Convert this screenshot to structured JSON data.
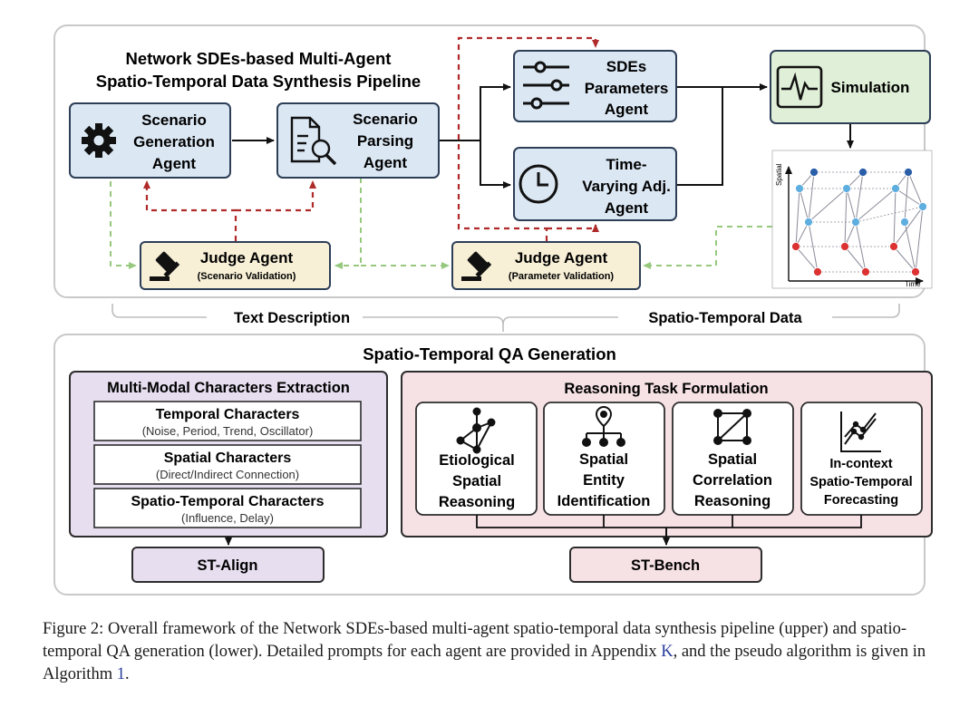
{
  "upper": {
    "title_line1": "Network SDEs-based Multi-Agent",
    "title_line2": "Spatio-Temporal Data Synthesis Pipeline",
    "scenario_generation": [
      "Scenario",
      "Generation",
      "Agent"
    ],
    "scenario_parsing": [
      "Scenario",
      "Parsing",
      "Agent"
    ],
    "sdes_parameters": [
      "SDEs",
      "Parameters",
      "Agent"
    ],
    "time_varying": [
      "Time-",
      "Varying Adj.",
      "Agent"
    ],
    "simulation": "Simulation",
    "judge_scenario": {
      "title": "Judge Agent",
      "sub": "(Scenario Validation)"
    },
    "judge_parameter": {
      "title": "Judge Agent",
      "sub": "(Parameter Validation)"
    },
    "plot_ylabel": "Spatial",
    "plot_xlabel": "Time"
  },
  "bridge": {
    "left": "Text Description",
    "right": "Spatio-Temporal Data"
  },
  "lower": {
    "title": "Spatio-Temporal QA Generation",
    "extraction": {
      "title": "Multi-Modal Characters Extraction",
      "items": [
        {
          "title": "Temporal Characters",
          "sub": "(Noise, Period, Trend, Oscillator)"
        },
        {
          "title": "Spatial Characters",
          "sub": "(Direct/Indirect Connection)"
        },
        {
          "title": "Spatio-Temporal Characters",
          "sub": "(Influence, Delay)"
        }
      ]
    },
    "st_align": "ST-Align",
    "reasoning": {
      "title": "Reasoning Task Formulation",
      "tasks": [
        [
          "Etiological",
          "Spatial",
          "Reasoning"
        ],
        [
          "Spatial",
          "Entity",
          "Identification"
        ],
        [
          "Spatial",
          "Correlation",
          "Reasoning"
        ],
        [
          "In-context",
          "Spatio-Temporal",
          "Forecasting"
        ]
      ]
    },
    "st_bench": "ST-Bench"
  },
  "caption": {
    "text1": "Figure 2: Overall framework of the Network SDEs-based multi-agent spatio-temporal data synthesis pipeline (upper) and spatio-temporal QA generation (lower). Detailed prompts for each agent are provided in Appendix ",
    "ref1": "K",
    "text2": ", and the pseudo algorithm is given in Algorithm ",
    "ref2": "1",
    "text3": "."
  },
  "colors": {
    "agent_fill": "#dbe7f3",
    "agent_stroke": "#2d3e57",
    "judge_fill": "#f7efd6",
    "sim_fill": "#e0efd7",
    "extraction_fill": "#e7deef",
    "reasoning_fill": "#f6e1e4",
    "red_dash": "#b02a2a",
    "green_dash": "#96c97d",
    "node_dark": "#2b5ea8",
    "node_light": "#5eaee0",
    "node_red": "#dc3232"
  }
}
